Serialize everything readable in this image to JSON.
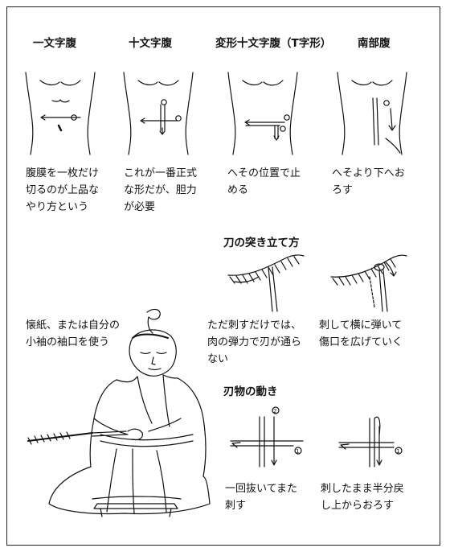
{
  "methods": [
    {
      "title": "一文字腹",
      "caption": "腹膜を一枚だけ\n切るのが上品な\nやり方という"
    },
    {
      "title": "十文字腹",
      "caption": "これが一番正式\nな形だが、胆力\nが必要"
    },
    {
      "title": "変形十文字腹（T字形）",
      "caption": "へその位置で止\nめる"
    },
    {
      "title": "南部腹",
      "caption": "へそより下へお\nろす"
    }
  ],
  "insertion": {
    "title": "刀の突き立て方",
    "left_caption": "ただ刺すだけでは、\n肉の弾力で刃が通ら\nない",
    "right_caption": "刺して横に弾いて\n傷口を広げていく"
  },
  "paper_note": "懐紙、または自分の\n小袖の袖口を使う",
  "motion": {
    "title": "刃物の動き",
    "left_caption": "一回抜いてまた\n刺す",
    "right_caption": "刺したまま半分戻\nし上からおろす"
  }
}
